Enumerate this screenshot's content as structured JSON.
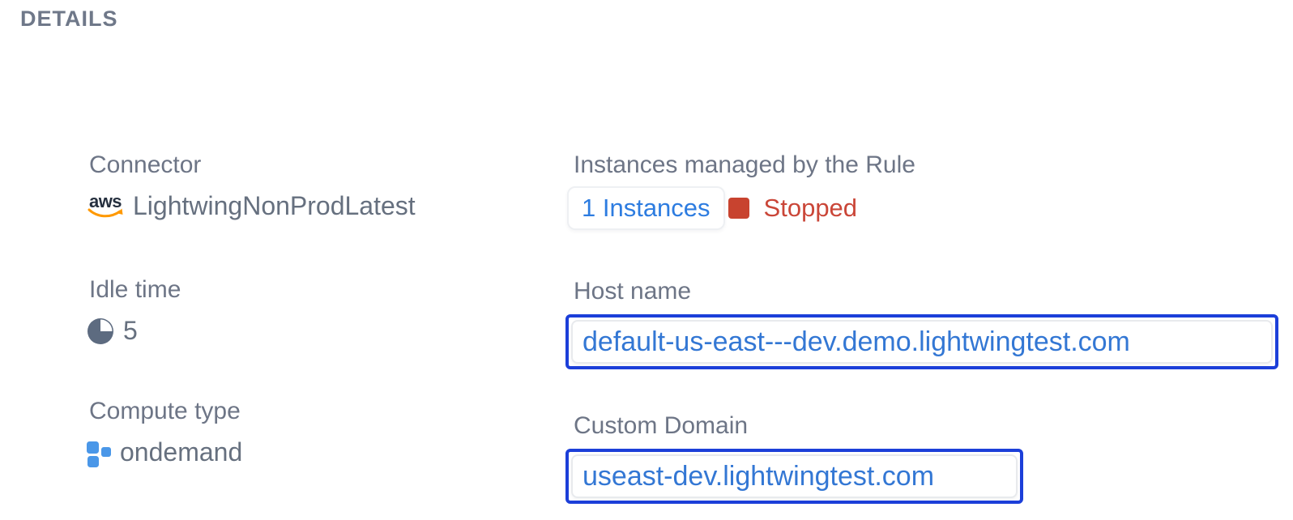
{
  "section": {
    "title": "DETAILS"
  },
  "icons": {
    "aws_text": "aws",
    "aws_icon": "aws-logo-icon",
    "idle_icon": "pie-chart-icon",
    "compute_icon": "compute-squares-icon",
    "status_icon": "stopped-square-icon"
  },
  "colors": {
    "label_gray": "#6d7586",
    "value_gray": "#66707f",
    "link_blue": "#2d7ce0",
    "domain_blue": "#3377d4",
    "outline_blue": "#1c3fd9",
    "status_red": "#c8432f",
    "icon_slate": "#5d6b80",
    "icon_blue": "#4a97e8",
    "aws_navy": "#252f3e",
    "aws_orange": "#ff9900"
  },
  "fields": {
    "connector": {
      "label": "Connector",
      "value": "LightwingNonProdLatest"
    },
    "idle_time": {
      "label": "Idle time",
      "value": "5"
    },
    "compute_type": {
      "label": "Compute type",
      "value": "ondemand"
    },
    "instances": {
      "label": "Instances managed by the Rule",
      "count_link": "1 Instances",
      "status_label": "Stopped"
    },
    "host_name": {
      "label": "Host name",
      "value": "default-us-east---dev.demo.lightwingtest.com"
    },
    "custom_domain": {
      "label": "Custom Domain",
      "value": "useast-dev.lightwingtest.com"
    }
  }
}
